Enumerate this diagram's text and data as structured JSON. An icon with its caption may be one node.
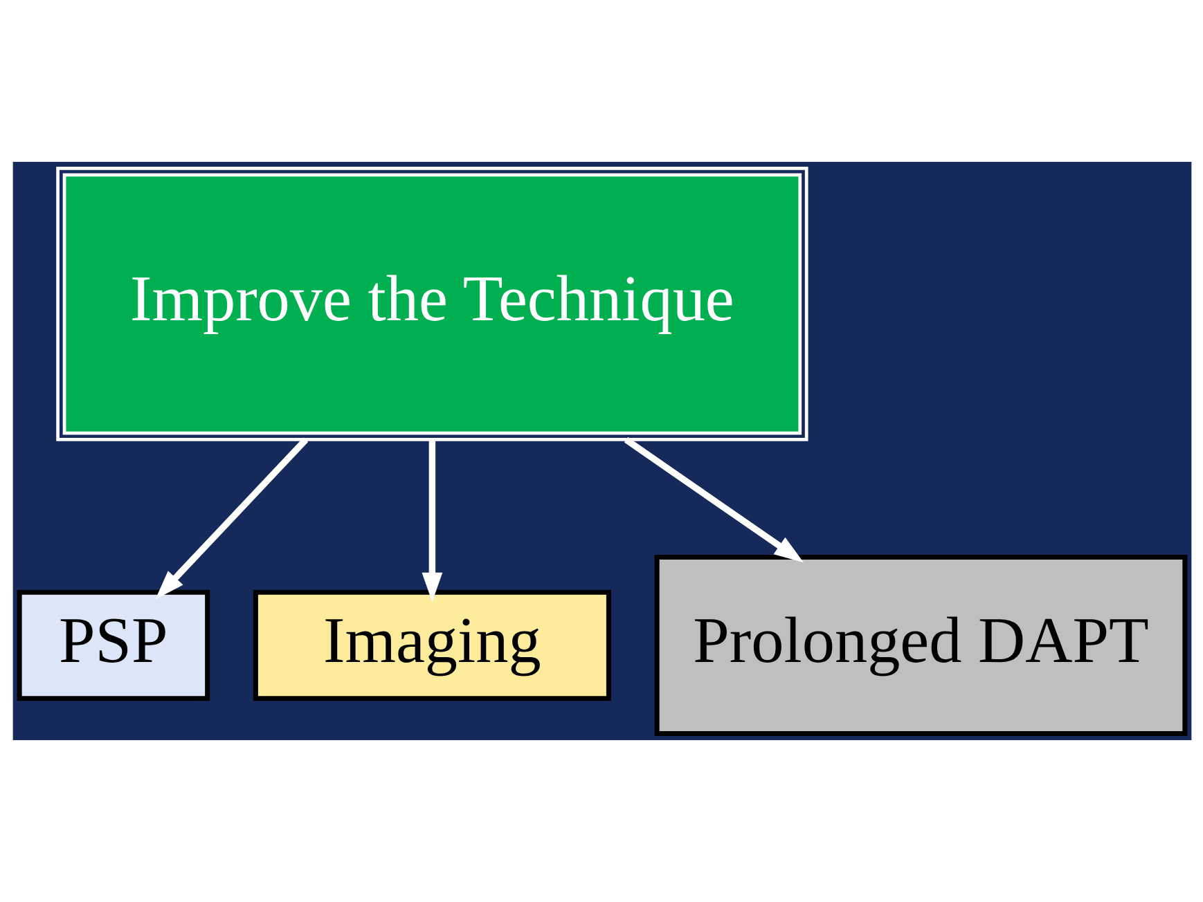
{
  "diagram": {
    "nodes": [
      {
        "text": [
          "Improve the Technique"
        ]
      },
      {
        "text": [
          "PSP"
        ]
      },
      {
        "text": [
          "Imaging"
        ]
      },
      {
        "text": [
          "Prolonged DAPT"
        ]
      }
    ],
    "edges": [
      {
        "from": 0,
        "to": 1,
        "arrow": "to"
      },
      {
        "from": 0,
        "to": 2,
        "arrow": "to"
      },
      {
        "from": 0,
        "to": 3,
        "arrow": "to"
      }
    ]
  }
}
